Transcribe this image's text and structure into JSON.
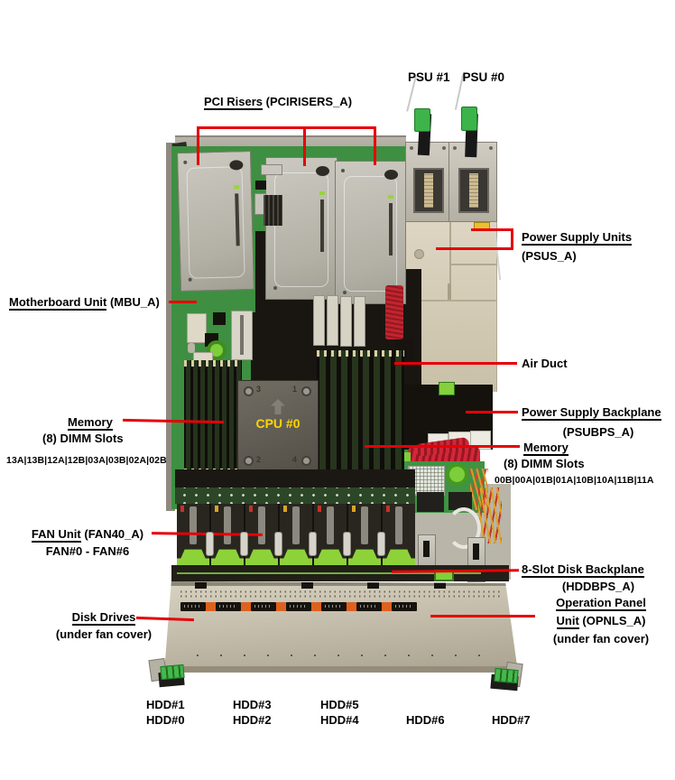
{
  "colors": {
    "callout_red": "#e60008",
    "cpu_text_yellow": "#ffd400",
    "pcb_green": "#3e8f41",
    "lime_green": "#7ccf3b",
    "chassis_beige": "#d9d1bc"
  },
  "labels": {
    "psu1": "PSU #1",
    "psu0": "PSU #0",
    "pci_risers_main": "PCI Risers",
    "pci_risers_code": "(PCIRISERS_A)",
    "psus_main": "Power Supply Units",
    "psus_code": "(PSUS_A)",
    "mbu_main": "Motherboard Unit",
    "mbu_code": "(MBU_A)",
    "air_duct": "Air Duct",
    "memory_left_main": "Memory",
    "memory_left_sub": "(8) DIMM Slots",
    "memory_left_slots": "13A|13B|12A|12B|03A|03B|02A|02B",
    "memory_right_main": "Memory",
    "memory_right_sub": "(8) DIMM Slots",
    "memory_right_slots": "00B|00A|01B|01A|10B|10A|11B|11A",
    "psubps_main": "Power Supply Backplane",
    "psubps_code": "(PSUBPS_A)",
    "fan_main": "FAN Unit",
    "fan_code": "(FAN40_A)",
    "fan_range": "FAN#0 - FAN#6",
    "hddbps_main": "8-Slot Disk Backplane",
    "hddbps_code": "(HDDBPS_A)",
    "opnl_line1": "Operation Panel",
    "opnl_line2_main": "Unit",
    "opnl_line2_code": "(OPNLS_A)",
    "opnl_sub": "(under fan cover)",
    "disk_main": "Disk Drives",
    "disk_sub": "(under fan cover)",
    "cpu": "CPU #0"
  },
  "cpu_corners": [
    "3",
    "1",
    "2",
    "4"
  ],
  "hdd": {
    "row1": [
      "HDD#1",
      "HDD#3",
      "HDD#5"
    ],
    "row2": [
      "HDD#0",
      "HDD#2",
      "HDD#4",
      "HDD#6",
      "HDD#7"
    ]
  }
}
